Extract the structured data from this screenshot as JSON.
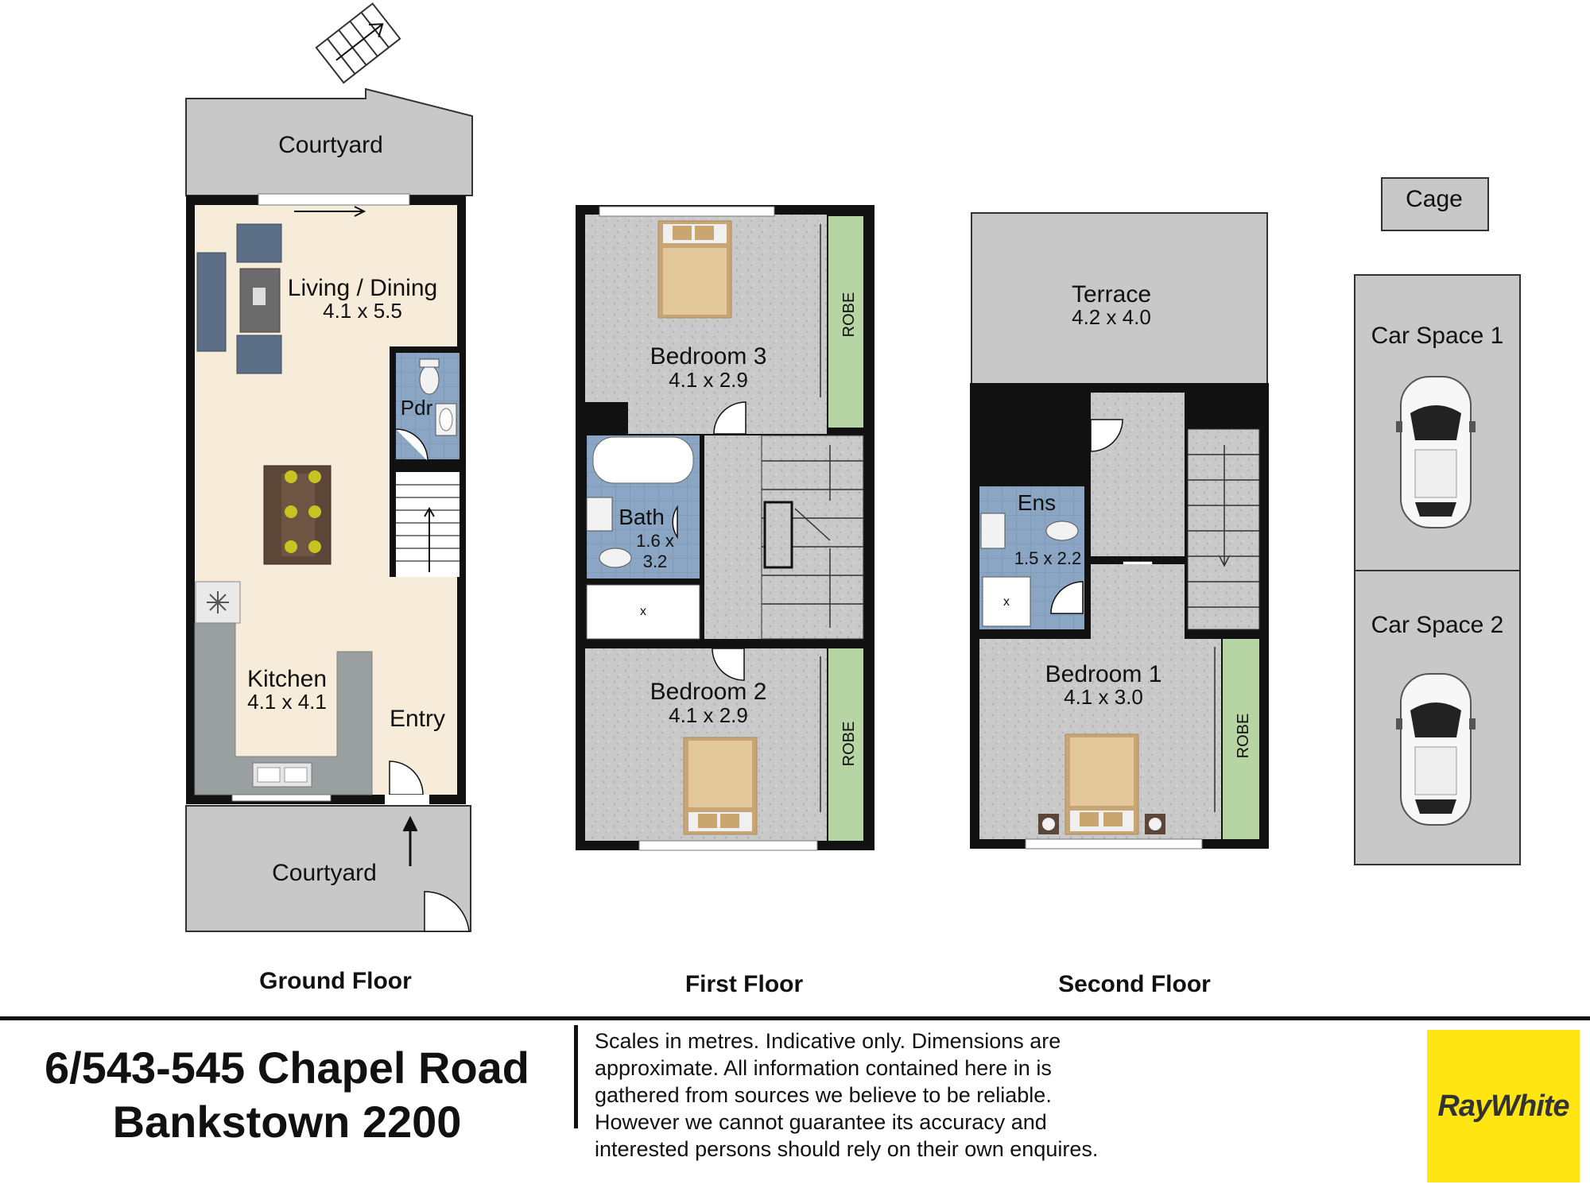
{
  "colors": {
    "courtyard": "#c8c8c8",
    "wall": "#111111",
    "living_floor": "#f7ecd9",
    "carpet": "#c9c9c9",
    "tile": "#8aa6c4",
    "robe": "#b7d5a3",
    "bench": "#9a9f9f",
    "logo_bg": "#FFE512"
  },
  "ground_floor": {
    "title": "Ground Floor",
    "courtyard_top": "Courtyard",
    "living_name": "Living / Dining",
    "living_dims": "4.1 x 5.5",
    "pdr": "Pdr",
    "kitchen_name": "Kitchen",
    "kitchen_dims": "4.1 x 4.1",
    "entry": "Entry",
    "courtyard_bottom": "Courtyard"
  },
  "first_floor": {
    "title": "First Floor",
    "bedroom3_name": "Bedroom 3",
    "bedroom3_dims": "4.1 x 2.9",
    "robe_top": "ROBE",
    "bath_name": "Bath",
    "bath_dims_1": "1.6 x",
    "bath_dims_2": "3.2",
    "shower_mark": "x",
    "bedroom2_name": "Bedroom 2",
    "bedroom2_dims": "4.1 x 2.9",
    "robe_bottom": "ROBE"
  },
  "second_floor": {
    "title": "Second Floor",
    "terrace_name": "Terrace",
    "terrace_dims": "4.2 x 4.0",
    "ens_name": "Ens",
    "ens_dims": "1.5 x 2.2",
    "shower_mark": "x",
    "bedroom1_name": "Bedroom 1",
    "bedroom1_dims": "4.1 x 3.0",
    "robe": "ROBE"
  },
  "parking": {
    "cage": "Cage",
    "car_space_1": "Car Space 1",
    "car_space_2": "Car Space 2"
  },
  "footer": {
    "address_line1": "6/543-545 Chapel Road",
    "address_line2": "Bankstown 2200",
    "disclaimer": "Scales in metres. Indicative only. Dimensions are\napproximate. All information contained here in is\ngathered from sources we believe to be reliable.\nHowever we cannot guarantee its accuracy and\ninterested persons should rely on their own enquires.",
    "logo": "RayWhite"
  }
}
